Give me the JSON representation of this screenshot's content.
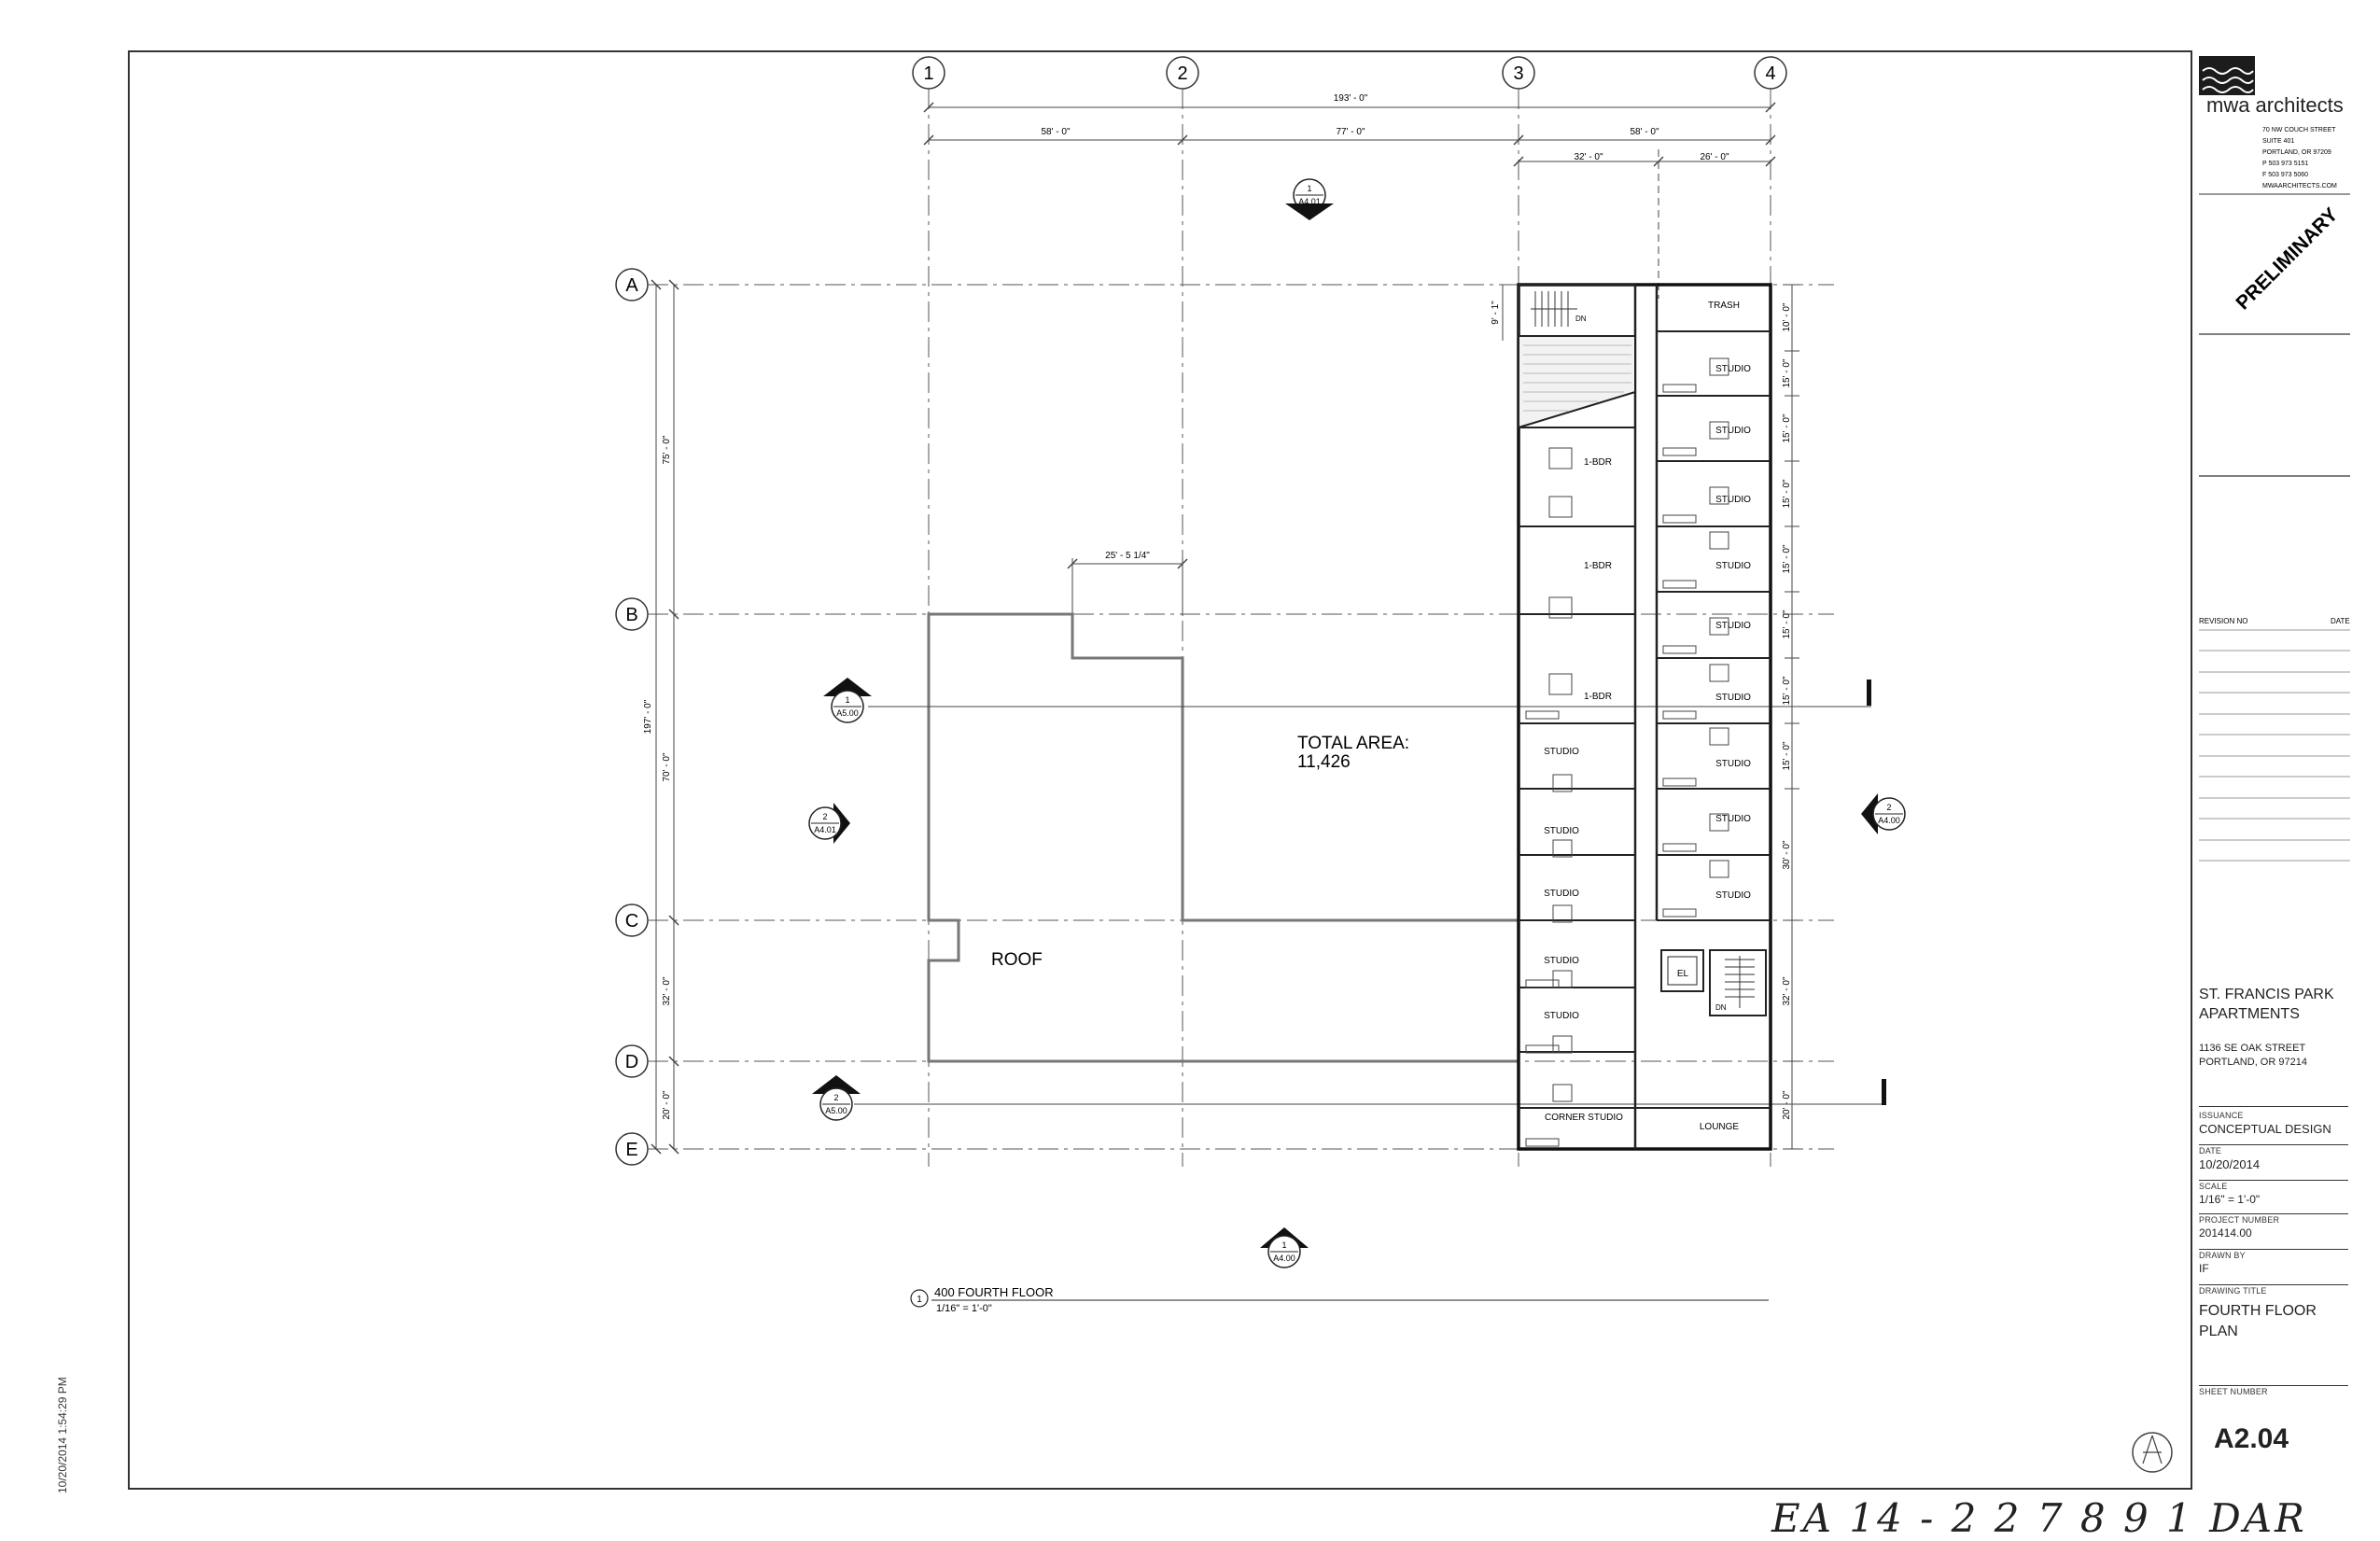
{
  "grid": {
    "columns": [
      "1",
      "2",
      "3",
      "4"
    ],
    "rows": [
      "A",
      "B",
      "C",
      "D",
      "E"
    ]
  },
  "dimensions": {
    "overall_width": "193' - 0\"",
    "bay_1_2": "58' - 0\"",
    "bay_2_3": "77' - 0\"",
    "bay_3_4": "58' - 0\"",
    "sub_left": "32' - 0\"",
    "sub_right": "26' - 0\"",
    "notch": "25' - 5 1/4\"",
    "overall_height": "197' - 0\"",
    "left_ab": "75' - 0\"",
    "left_bc": "70' - 0\"",
    "left_cd": "32' - 0\"",
    "left_de": "20' - 0\"",
    "stair_small": "9' - 1\"",
    "right_a": "10' - 0\"",
    "right_units": [
      "15' - 0\"",
      "15' - 0\"",
      "15' - 0\"",
      "15' - 0\"",
      "15' - 0\"",
      "15' - 0\"",
      "15' - 0\""
    ],
    "right_30": "30' - 0\"",
    "right_32": "32' - 0\"",
    "right_20": "20' - 0\""
  },
  "section_marks": {
    "top": {
      "num": "1",
      "sheet": "A4.01"
    },
    "left_1": {
      "num": "1",
      "sheet": "A5.00"
    },
    "left_2": {
      "num": "2",
      "sheet": "A4.01"
    },
    "left_3": {
      "num": "2",
      "sheet": "A5.00"
    },
    "right": {
      "num": "2",
      "sheet": "A4.00"
    },
    "bottom": {
      "num": "1",
      "sheet": "A4.00"
    }
  },
  "labels": {
    "total_area_title": "TOTAL AREA:",
    "total_area_value": "11,426",
    "roof": "ROOF",
    "trash": "TRASH",
    "dn_1": "DN",
    "dn_2": "DN",
    "elevator": "EL",
    "lounge": "LOUNGE",
    "corner_studio": "CORNER STUDIO",
    "right_units": [
      "STUDIO",
      "STUDIO",
      "STUDIO",
      "STUDIO",
      "STUDIO",
      "STUDIO",
      "STUDIO",
      "STUDIO",
      "STUDIO"
    ],
    "left_units_bdr": [
      "1-BDR",
      "1-BDR",
      "1-BDR"
    ],
    "left_units_studio": [
      "STUDIO",
      "STUDIO",
      "STUDIO",
      "STUDIO",
      "STUDIO"
    ]
  },
  "drawing_caption": {
    "num": "1",
    "title": "400 FOURTH FLOOR",
    "scale": "1/16\" = 1'-0\""
  },
  "title_block": {
    "firm": "mwa architects",
    "address": [
      "70 NW COUCH STREET",
      "SUITE 401",
      "PORTLAND, OR 97209",
      "P 503 973 5151",
      "F 503 973 5060",
      "MWAARCHITECTS.COM"
    ],
    "preliminary": "PRELIMINARY",
    "revision_no": "REVISION NO",
    "date_label": "DATE",
    "project_name": "ST. FRANCIS PARK APARTMENTS",
    "project_address": [
      "1136 SE OAK STREET",
      "PORTLAND, OR 97214"
    ],
    "issuance_label": "ISSUANCE",
    "issuance": "CONCEPTUAL DESIGN",
    "date_field_label": "DATE",
    "date": "10/20/2014",
    "scale_label": "SCALE",
    "scale": "1/16\" = 1'-0\"",
    "project_number_label": "PROJECT NUMBER",
    "project_number": "201414.00",
    "drawn_by_label": "DRAWN BY",
    "drawn_by": "IF",
    "drawing_title_label": "DRAWING TITLE",
    "drawing_title": "FOURTH FLOOR PLAN",
    "sheet_number_label": "SHEET NUMBER",
    "sheet_number": "A2.04"
  },
  "stamp": "EA 14 - 2 2 7 8 9 1 DAR",
  "plot_datestamp": "10/20/2014 1:54:29 PM"
}
